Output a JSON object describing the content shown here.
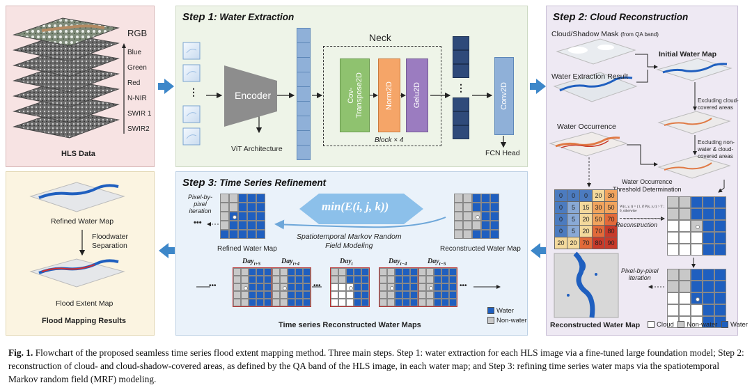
{
  "hls": {
    "band_title": "RGB",
    "bands": [
      "Blue",
      "Green",
      "Red",
      "N-NIR",
      "SWIR 1",
      "SWIR2"
    ],
    "label": "HLS Data"
  },
  "step1": {
    "title_prefix": "Step 1",
    "title_rest": ": Water Extraction",
    "encoder": "Encoder",
    "vit": "ViT Architecture",
    "neck": "Neck",
    "block1": "Cov-\nTranspose2D",
    "block2": "Norm2D",
    "block3": "Gelu2D",
    "block_repeat": "Block × 4",
    "conv": "Conv2D",
    "fcn": "FCN Head",
    "dots": "⋮"
  },
  "step2": {
    "title_prefix": "Step 2",
    "title_rest": ": Cloud Reconstruction",
    "mask_label": "Cloud/Shadow Mask",
    "mask_sub": "(from QA band)",
    "initial": "Initial Water Map",
    "extraction": "Water Extraction Result",
    "excl1": "Excluding cloud-\ncovered areas",
    "occurrence": "Water Occurrence",
    "excl2": "Excluding non-\nwater & cloud-\ncovered areas",
    "threshold": "Water Occurrence\nThreshold Determination",
    "formula": "W(x, y, t) = {1, if P(x, y, t) > T ; 0, otherwise",
    "reconstruction": "Reconstruction",
    "pbp": "Pixel-by-pixel\niteration",
    "recon_map": "Reconstructed Water Map",
    "legend": [
      "Cloud",
      "Non-water",
      "Water"
    ],
    "heat": [
      [
        0,
        0,
        0,
        20,
        30
      ],
      [
        0,
        5,
        15,
        30,
        50
      ],
      [
        0,
        5,
        20,
        50,
        70
      ],
      [
        0,
        5,
        20,
        70,
        80
      ],
      [
        20,
        20,
        70,
        80,
        90
      ]
    ]
  },
  "step3": {
    "title_prefix": "Step 3",
    "title_rest": ": Time Series Refinement",
    "formula": "min(E(i, j, k))",
    "pbp": "Pixel-by-\npixel\niteration",
    "refined": "Refined Water Map",
    "mrf": "Spatiotemporal Markov Random\nField Modeling",
    "reconstructed": "Reconstructed Water Map",
    "days": [
      "Day",
      "Day",
      "Day",
      "Day",
      "Day"
    ],
    "day_subs": [
      "t+5",
      "t+4",
      "t",
      "t−4",
      "t−5"
    ],
    "series_label": "Time series Reconstructed Water Maps",
    "legend": [
      "Water",
      "Non-water"
    ]
  },
  "results": {
    "refined": "Refined Water Map",
    "separation": "Floodwater\nSeparation",
    "flood": "Flood Extent Map",
    "label": "Flood Mapping Results"
  },
  "caption": {
    "fig": "Fig. 1.",
    "text": "Flowchart of the proposed seamless time series flood extent mapping method. Three main steps. Step 1: water extraction for each HLS image via a fine-tuned large foundation model; Step 2: reconstruction of cloud- and cloud-shadow-covered areas, as defined by the QA band of the HLS image, in each water map; and Step 3: refining time series water maps via the spatiotemporal Markov random field (MRF) modeling."
  },
  "colors": {
    "water": "#1f5fbf",
    "nonwater": "#c8c8c8",
    "cloud": "#ffffff",
    "block_green": "#8fc26f",
    "block_orange": "#f5a568",
    "block_purple": "#9b7cc0",
    "conv_blue": "#8fb0d8",
    "arrow_blue": "#3d87c9"
  }
}
